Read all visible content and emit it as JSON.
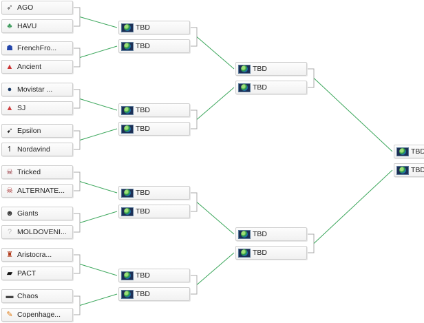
{
  "round1": [
    {
      "team": "AGO",
      "logo": "bird-icon",
      "glyph": "➶",
      "color": "#555555"
    },
    {
      "team": "HAVU",
      "logo": "feather-icon",
      "glyph": "♣",
      "color": "#3a9a5a"
    },
    {
      "team": "FrenchFro...",
      "logo": "french-frogs-icon",
      "glyph": "☗",
      "color": "#2244aa"
    },
    {
      "team": "Ancient",
      "logo": "ancient-icon",
      "glyph": "▲",
      "color": "#cc3333"
    },
    {
      "team": "Movistar ...",
      "logo": "movistar-icon",
      "glyph": "●",
      "color": "#1b3b66"
    },
    {
      "team": "SJ",
      "logo": "sj-icon",
      "glyph": "▲",
      "color": "#d04040"
    },
    {
      "team": "Epsilon",
      "logo": "epsilon-icon",
      "glyph": "➹",
      "color": "#222222"
    },
    {
      "team": "Nordavind",
      "logo": "nordavind-icon",
      "glyph": "↿",
      "color": "#111111"
    },
    {
      "team": "Tricked",
      "logo": "tricked-icon",
      "glyph": "☠",
      "color": "#8a1f2a"
    },
    {
      "team": "ALTERNATE...",
      "logo": "alternate-icon",
      "glyph": "☠",
      "color": "#a01c1c"
    },
    {
      "team": "Giants",
      "logo": "giants-icon",
      "glyph": "☻",
      "color": "#333333"
    },
    {
      "team": "MOLDOVENI...",
      "logo": "unknown-team-icon",
      "glyph": "?",
      "color": "#bbbbbb"
    },
    {
      "team": "Aristocra...",
      "logo": "aristocracy-icon",
      "glyph": "♜",
      "color": "#b03a1a"
    },
    {
      "team": "PACT",
      "logo": "pact-icon",
      "glyph": "▰",
      "color": "#111111"
    },
    {
      "team": "Chaos",
      "logo": "chaos-icon",
      "glyph": "▬",
      "color": "#444444"
    },
    {
      "team": "Copenhage...",
      "logo": "copenhagen-icon",
      "glyph": "✎",
      "color": "#e07a10"
    }
  ],
  "tbd_label": "TBD",
  "round2_count": 8,
  "round3_count": 4,
  "final_count": 2,
  "colors": {
    "connector_gray": "#aaaaaa",
    "connector_green": "#3aa65a",
    "slot_border": "#cfcfcf"
  }
}
